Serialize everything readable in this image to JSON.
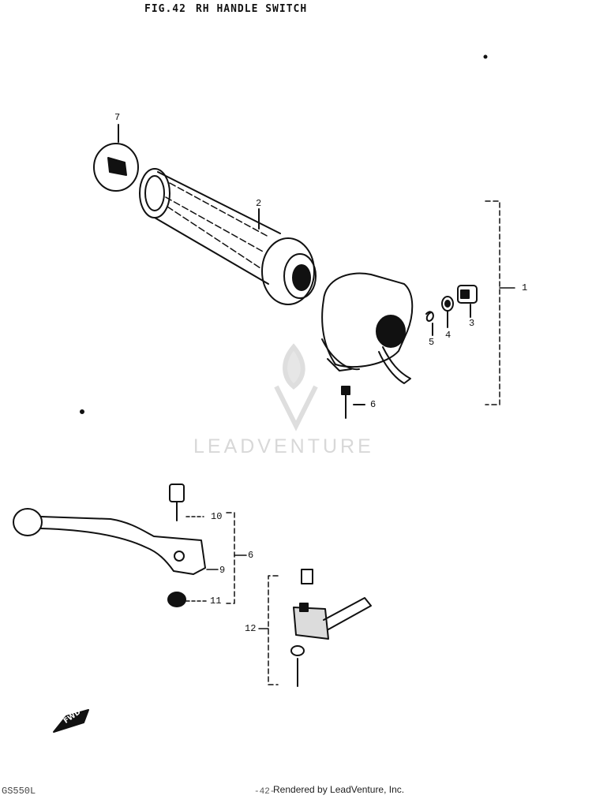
{
  "figure": {
    "number": "FIG.42",
    "title": "RH HANDLE SWITCH"
  },
  "callouts": {
    "c1": "1",
    "c2": "2",
    "c3": "3",
    "c4": "4",
    "c5": "5",
    "c6a": "6",
    "c6b": "6",
    "c7": "7",
    "c9": "9",
    "c10": "10",
    "c11": "11",
    "c12": "12"
  },
  "watermark": "LEADVENTURE",
  "direction_marker": "FWD",
  "footer": {
    "model": "GS550L",
    "page": "-42-",
    "credit": "Rendered by LeadVenture, Inc."
  }
}
